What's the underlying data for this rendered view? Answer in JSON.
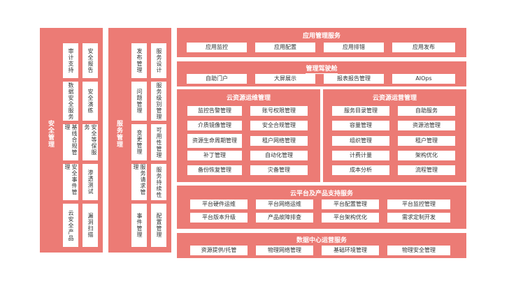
{
  "security": {
    "title": "安全管理",
    "items": [
      "审计支持",
      "安全报告",
      "数据安全服务",
      "安全演练",
      "基线合规管理",
      "安全等保服务",
      "安全事件管理",
      "渗透测试",
      "云安全产品",
      "漏洞扫描"
    ]
  },
  "service_mgmt": {
    "title": "服务管理",
    "items": [
      "发布管理",
      "服务设计",
      "问题管理",
      "服务级别管理",
      "变更管理",
      "可用性管理",
      "服务请求管理",
      "服务持续性",
      "事件管理",
      "配置管理"
    ]
  },
  "app_service": {
    "title": "应用管理服务",
    "items": [
      "应用监控",
      "应用配置",
      "应用排错",
      "应用发布"
    ]
  },
  "cockpit": {
    "title": "管理驾驶舱",
    "items": [
      "自助门户",
      "大屏展示",
      "报表报告管理",
      "AIOps"
    ]
  },
  "cloud_ops": {
    "title": "云资源运维管理",
    "items": [
      "监控告警管理",
      "账号权限管理",
      "介质镜像管理",
      "安全合规管理",
      "资源生命周期管理",
      "租户网络管理",
      "补丁管理",
      "自动化管理",
      "备份恢复管理",
      "灾备管理"
    ]
  },
  "cloud_run": {
    "title": "云资源运营管理",
    "items": [
      "服务目录管理",
      "自助服务",
      "容量管理",
      "资源池管理",
      "组织管理",
      "租户管理",
      "计费计量",
      "架构优化",
      "成本分析",
      "流程管理"
    ]
  },
  "platform": {
    "title": "云平台及产品支持服务",
    "items": [
      "平台硬件运维",
      "平台网络运维",
      "平台配置管理",
      "平台监控管理",
      "平台版本升级",
      "产品故障排查",
      "平台架构优化",
      "需求定制开发"
    ]
  },
  "datacenter": {
    "title": "数据中心运营服务",
    "items": [
      "资源提供/托管",
      "物理网络管理",
      "基础环境管理",
      "物理安全管理"
    ]
  }
}
